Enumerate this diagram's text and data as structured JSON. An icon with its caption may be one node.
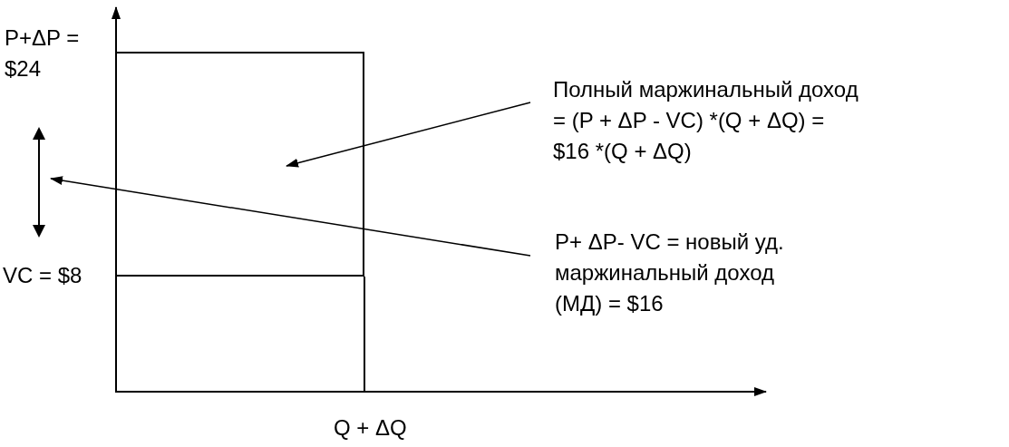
{
  "diagram": {
    "nodes": [
      {
        "text": [
          "Полный маржинальный доход = (P + ΔP - VC) *(Q + ΔQ) = $16 *(Q + ΔQ)"
        ]
      },
      {
        "text": [],
        "shape": "box"
      },
      {
        "text": [
          "P+ ΔP- VC = новый уд. маржинальный доход (МД) = $16"
        ]
      },
      {
        "text": [],
        "shape": "arrow"
      }
    ],
    "edges": [
      {
        "from": 0,
        "to": 1,
        "arrow": "to"
      },
      {
        "from": 2,
        "to": 3,
        "arrow": "to"
      }
    ],
    "labels": [
      "P+ΔP = $24",
      "VC = $8",
      "Q + ΔQ"
    ]
  }
}
